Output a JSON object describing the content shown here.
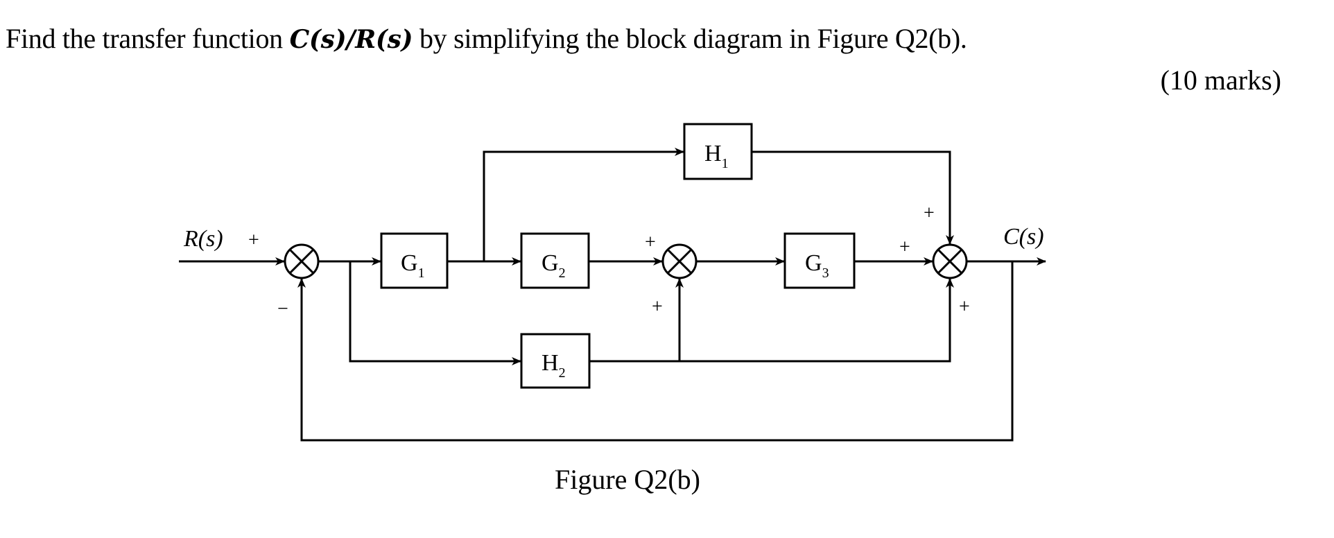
{
  "question": {
    "prefix": "Find the transfer function ",
    "math": "C(s)/R(s)",
    "suffix": " by simplifying the block diagram in Figure Q2(b).",
    "marks": "(10 marks)"
  },
  "diagram": {
    "input_label": "R(s)",
    "output_label": "C(s)",
    "blocks": [
      {
        "id": "G1",
        "base": "G",
        "sub": "1"
      },
      {
        "id": "G2",
        "base": "G",
        "sub": "2"
      },
      {
        "id": "G3",
        "base": "G",
        "sub": "3"
      },
      {
        "id": "H1",
        "base": "H",
        "sub": "1"
      },
      {
        "id": "H2",
        "base": "H",
        "sub": "2"
      }
    ],
    "summing_junctions": [
      {
        "id": "S1",
        "signs": {
          "left": "+",
          "bottom": "−"
        }
      },
      {
        "id": "S2",
        "signs": {
          "left": "+",
          "bottom": "+"
        }
      },
      {
        "id": "S3",
        "signs": {
          "top": "+",
          "left": "+",
          "bottom": "+"
        }
      }
    ],
    "connections": [
      {
        "from": "R(s)",
        "to": "S1"
      },
      {
        "from": "S1",
        "to": "G1"
      },
      {
        "from": "S1",
        "to": "H2"
      },
      {
        "from": "G1",
        "to": "G2"
      },
      {
        "from": "G1",
        "to": "H1"
      },
      {
        "from": "G2",
        "to": "S2"
      },
      {
        "from": "H2",
        "to": "S2"
      },
      {
        "from": "H2",
        "to": "S3"
      },
      {
        "from": "S2",
        "to": "G3"
      },
      {
        "from": "G3",
        "to": "S3"
      },
      {
        "from": "H1",
        "to": "S3"
      },
      {
        "from": "S3",
        "to": "C(s)"
      },
      {
        "from": "C(s)",
        "to": "S1",
        "type": "feedback"
      }
    ]
  },
  "caption": "Figure Q2(b)"
}
